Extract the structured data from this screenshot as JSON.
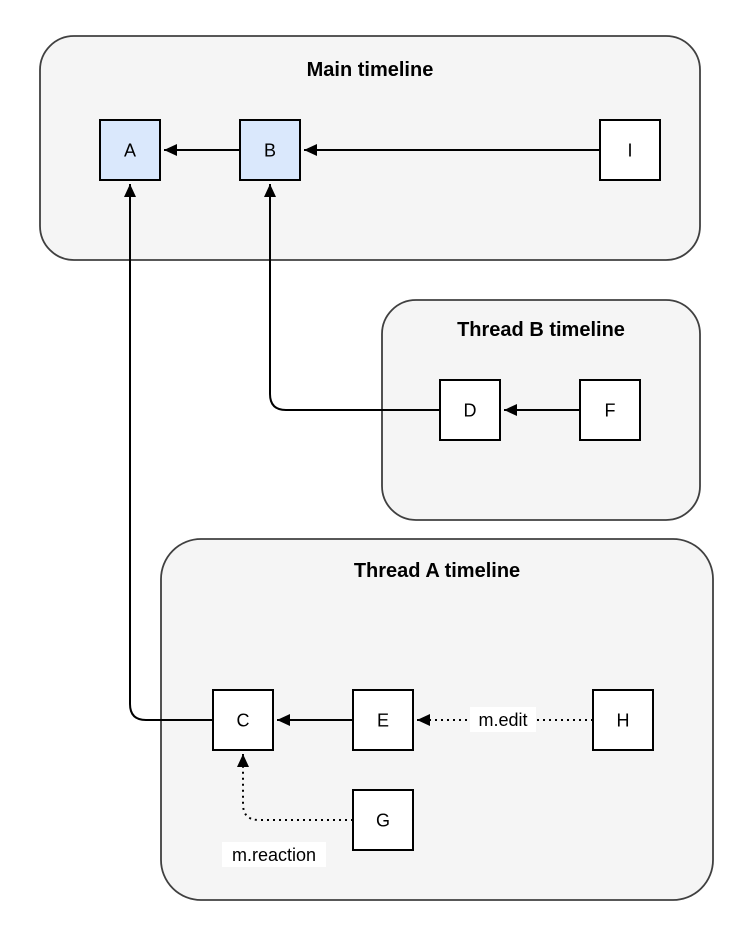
{
  "diagram": {
    "colors": {
      "container_fill": "#f5f5f5",
      "container_stroke": "#404040",
      "node_fill": "#ffffff",
      "highlight_node_fill": "#dae8fc",
      "node_stroke": "#000000",
      "edge_color": "#000000",
      "label_bg": "#ffffff"
    },
    "containers": {
      "main": {
        "title": "Main timeline"
      },
      "thread_b": {
        "title": "Thread B timeline"
      },
      "thread_a": {
        "title": "Thread A timeline"
      }
    },
    "nodes": {
      "A": {
        "label": "A",
        "timeline": "main",
        "highlighted": true
      },
      "B": {
        "label": "B",
        "timeline": "main",
        "highlighted": true
      },
      "I": {
        "label": "I",
        "timeline": "main",
        "highlighted": false
      },
      "D": {
        "label": "D",
        "timeline": "thread_b",
        "highlighted": false
      },
      "F": {
        "label": "F",
        "timeline": "thread_b",
        "highlighted": false
      },
      "C": {
        "label": "C",
        "timeline": "thread_a",
        "highlighted": false
      },
      "E": {
        "label": "E",
        "timeline": "thread_a",
        "highlighted": false
      },
      "H": {
        "label": "H",
        "timeline": "thread_a",
        "highlighted": false
      },
      "G": {
        "label": "G",
        "timeline": "thread_a",
        "highlighted": false
      }
    },
    "edges": {
      "b_to_a": {
        "from": "B",
        "to": "A",
        "style": "solid",
        "label": ""
      },
      "i_to_b": {
        "from": "I",
        "to": "B",
        "style": "solid",
        "label": ""
      },
      "f_to_d": {
        "from": "F",
        "to": "D",
        "style": "solid",
        "label": ""
      },
      "d_to_b": {
        "from": "D",
        "to": "B",
        "style": "solid",
        "label": ""
      },
      "e_to_c": {
        "from": "E",
        "to": "C",
        "style": "solid",
        "label": ""
      },
      "c_to_a": {
        "from": "C",
        "to": "A",
        "style": "solid",
        "label": ""
      },
      "h_to_e": {
        "from": "H",
        "to": "E",
        "style": "dotted",
        "label": "m.edit"
      },
      "g_to_c": {
        "from": "G",
        "to": "C",
        "style": "dotted",
        "label": "m.reaction"
      }
    }
  }
}
